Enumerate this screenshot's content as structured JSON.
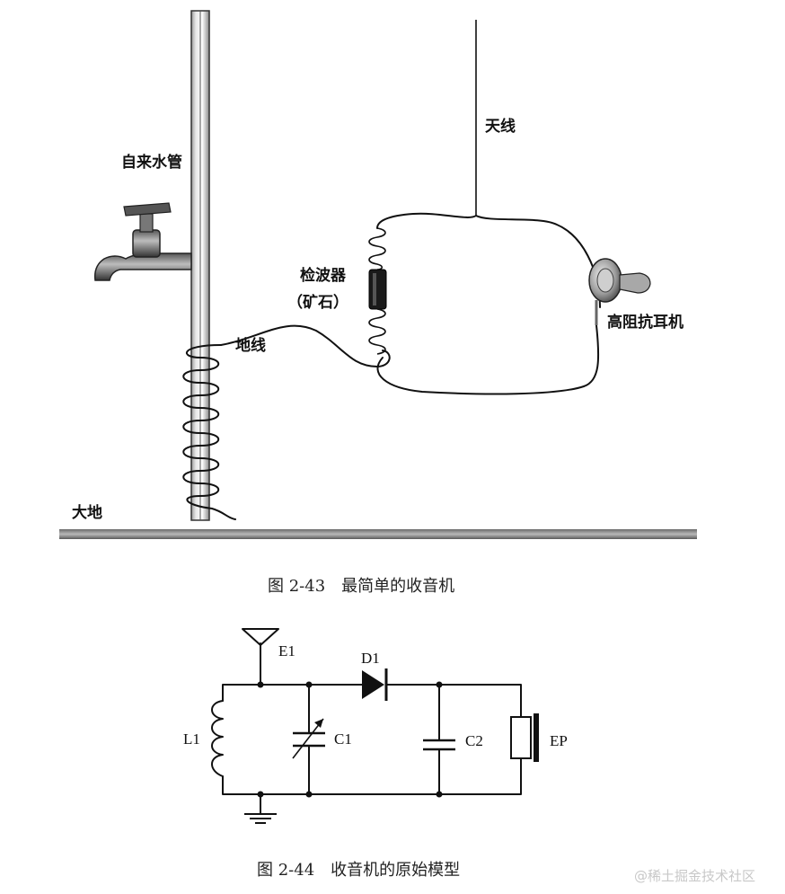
{
  "figure1": {
    "labels": {
      "water_pipe": "自来水管",
      "antenna": "天线",
      "detector": "检波器",
      "detector_mineral": "（矿石）",
      "earphone": "高阻抗耳机",
      "ground_wire": "地线",
      "earth": "大地"
    },
    "caption": "图 2-43　最简单的收音机"
  },
  "figure2": {
    "labels": {
      "antenna": "E1",
      "diode": "D1",
      "inductor": "L1",
      "variable_capacitor": "C1",
      "capacitor": "C2",
      "earphone": "EP"
    },
    "caption": "图 2-44　收音机的原始模型"
  },
  "watermark": "@稀土掘金技术社区"
}
